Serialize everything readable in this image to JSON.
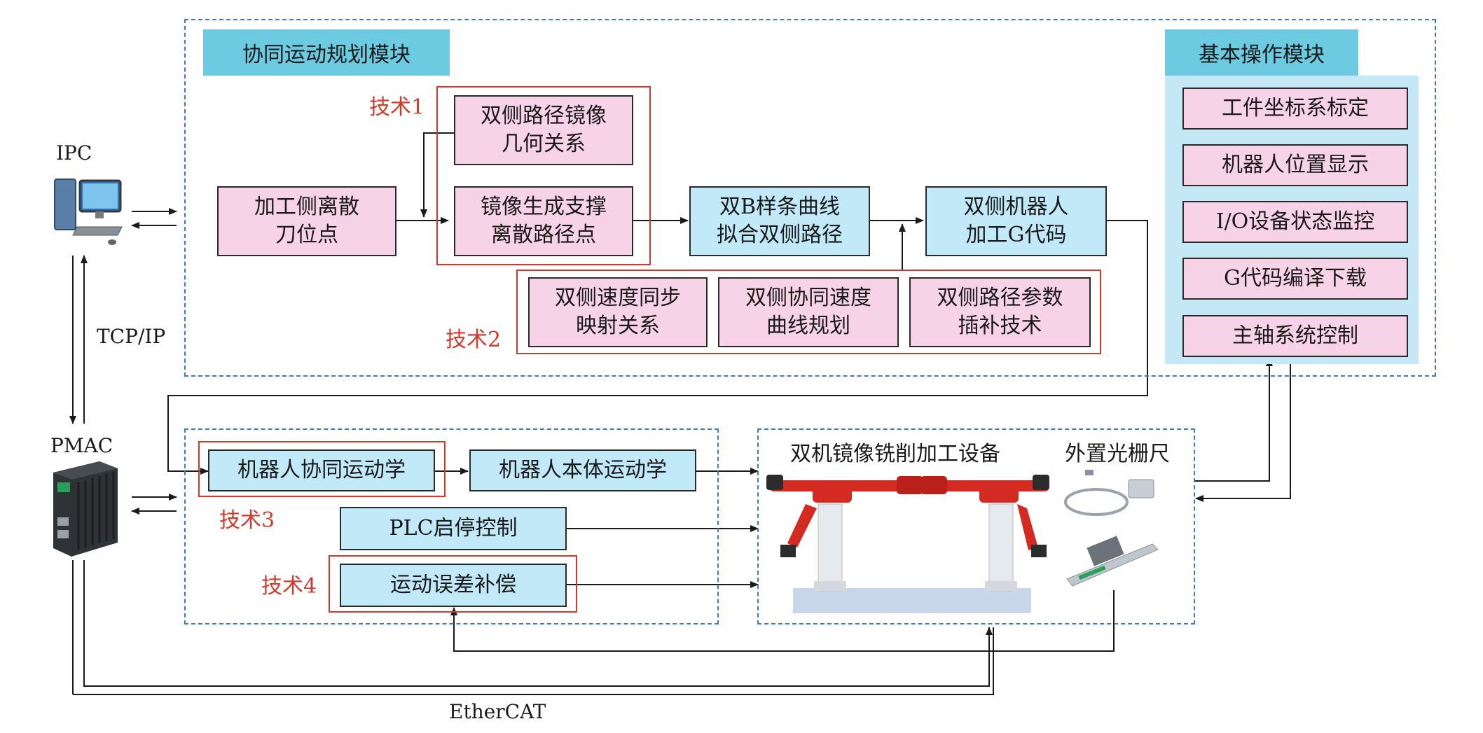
{
  "modules": {
    "planning_title": "协同运动规划模块",
    "basic_ops_title": "基本操作模块"
  },
  "nodes": {
    "ipc": "IPC",
    "pmac": "PMAC",
    "tcpip": "TCP/IP",
    "ethercat": "EtherCAT"
  },
  "tech_labels": {
    "t1": "技术1",
    "t2": "技术2",
    "t3": "技术3",
    "t4": "技术4"
  },
  "planning": {
    "discrete_points": [
      "加工侧离散",
      "刀位点"
    ],
    "mirror_geometry": [
      "双侧路径镜像",
      "几何关系"
    ],
    "mirror_support": [
      "镜像生成支撑",
      "离散路径点"
    ],
    "bspline_fit": [
      "双B样条曲线",
      "拟合双侧路径"
    ],
    "gcode": [
      "双侧机器人",
      "加工G代码"
    ],
    "speed_sync": [
      "双侧速度同步",
      "映射关系"
    ],
    "speed_curve": [
      "双侧协同速度",
      "曲线规划"
    ],
    "interp": [
      "双侧路径参数",
      "插补技术"
    ]
  },
  "basic_ops": [
    "工件坐标系标定",
    "机器人位置显示",
    "I/O设备状态监控",
    "G代码编译下载",
    "主轴系统控制"
  ],
  "control": {
    "coop_kinematics": "机器人协同运动学",
    "body_kinematics": "机器人本体运动学",
    "plc": "PLC启停控制",
    "error_comp": "运动误差补偿"
  },
  "equipment": {
    "title": "双机镜像铣削加工设备",
    "grating": "外置光栅尺"
  },
  "colors": {
    "dash_border": "#3f7cb5",
    "title_tab": "#6ccbe0",
    "pink_box": "#f6d3e7",
    "blue_box": "#c2e9f8",
    "tech_red": "#d1392b"
  }
}
